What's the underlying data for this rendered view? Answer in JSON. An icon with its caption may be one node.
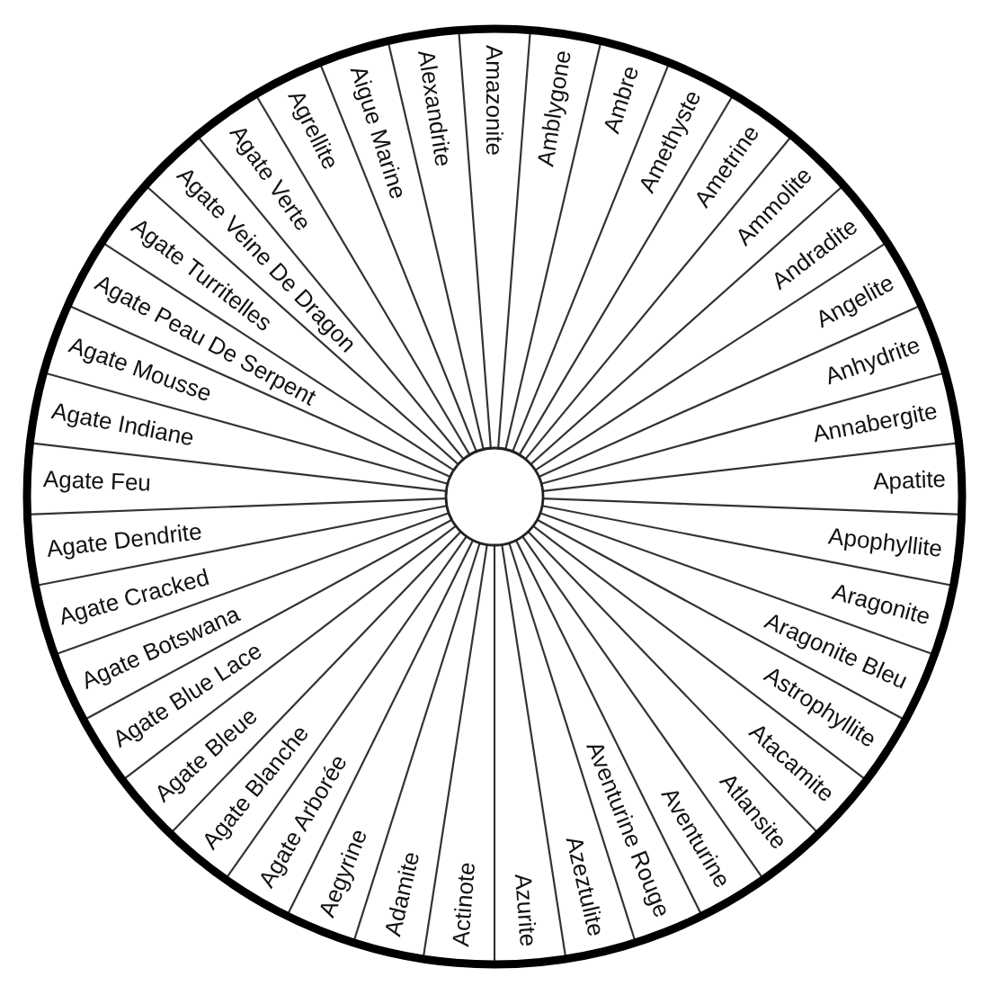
{
  "diagram": {
    "nodes": [
      {
        "text": [
          "Amazonite"
        ]
      },
      {
        "text": [
          "Amblygone"
        ]
      },
      {
        "text": [
          "Ambre"
        ]
      },
      {
        "text": [
          "Amethyste"
        ]
      },
      {
        "text": [
          "Ametrine"
        ]
      },
      {
        "text": [
          "Ammolite"
        ]
      },
      {
        "text": [
          "Andradite"
        ]
      },
      {
        "text": [
          "Angelite"
        ]
      },
      {
        "text": [
          "Anhydrite"
        ]
      },
      {
        "text": [
          "Annabergite"
        ]
      },
      {
        "text": [
          "Apatite"
        ]
      },
      {
        "text": [
          "Apophyllite"
        ]
      },
      {
        "text": [
          "Aragonite"
        ]
      },
      {
        "text": [
          "Aragonite Bleu"
        ]
      },
      {
        "text": [
          "Astrophyllite"
        ]
      },
      {
        "text": [
          "Atacamite"
        ]
      },
      {
        "text": [
          "Atlansite"
        ]
      },
      {
        "text": [
          "Aventurine"
        ]
      },
      {
        "text": [
          "Aventurine Rouge"
        ]
      },
      {
        "text": [
          "Azeztulite"
        ]
      },
      {
        "text": [
          "Azurite"
        ]
      },
      {
        "text": [
          "Actinote"
        ]
      },
      {
        "text": [
          "Adamite"
        ]
      },
      {
        "text": [
          "Aegyrine"
        ]
      },
      {
        "text": [
          "Agate Arborée"
        ]
      },
      {
        "text": [
          "Agate Blanche"
        ]
      },
      {
        "text": [
          "Agate Bleue"
        ]
      },
      {
        "text": [
          "Agate Blue Lace"
        ]
      },
      {
        "text": [
          "Agate Botswana"
        ]
      },
      {
        "text": [
          "Agate Cracked"
        ]
      },
      {
        "text": [
          "Agate Dendrite"
        ]
      },
      {
        "text": [
          "Agate Feu"
        ]
      },
      {
        "text": [
          "Agate Indiane"
        ]
      },
      {
        "text": [
          "Agate Mousse"
        ]
      },
      {
        "text": [
          "Agate Peau De Serpent"
        ]
      },
      {
        "text": [
          "Agate Turritelles"
        ]
      },
      {
        "text": [
          "Agate Veine De Dragon"
        ]
      },
      {
        "text": [
          "Agate Verte"
        ]
      },
      {
        "text": [
          "Agrellite"
        ]
      },
      {
        "text": [
          "Aigue Marine"
        ]
      },
      {
        "text": [
          "Alexandrite"
        ]
      }
    ]
  }
}
